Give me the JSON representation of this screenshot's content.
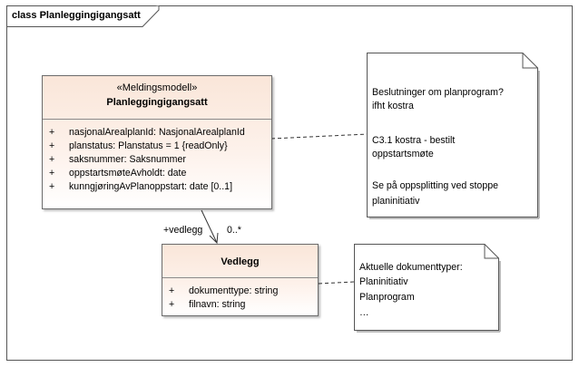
{
  "frame": {
    "title": "class Planleggingigangsatt"
  },
  "classes": [
    {
      "stereotype": "«Meldingsmodell»",
      "name": "Planleggingigangsatt",
      "attributes": [
        {
          "vis": "+",
          "text": "nasjonalArealplanId: NasjonalArealplanId"
        },
        {
          "vis": "+",
          "text": "planstatus: Planstatus = 1 {readOnly}"
        },
        {
          "vis": "+",
          "text": "saksnummer: Saksnummer"
        },
        {
          "vis": "+",
          "text": "oppstartsmøteAvholdt: date"
        },
        {
          "vis": "+",
          "text": "kunngjøringAvPlanoppstart: date [0..1]"
        }
      ]
    },
    {
      "name": "Vedlegg",
      "attributes": [
        {
          "vis": "+",
          "text": "dokumenttype: string"
        },
        {
          "vis": "+",
          "text": "filnavn: string"
        }
      ]
    }
  ],
  "notes": [
    {
      "lines": [
        "Beslutninger om planprogram?",
        "ifht kostra",
        "",
        "C3.1 kostra - bestilt",
        "oppstartsmøte",
        "",
        "Se på oppsplitting ved stoppe",
        "planinitiativ"
      ]
    },
    {
      "lines": [
        "Aktuelle dokumenttyper:",
        "Planinitiativ",
        "Planprogram",
        "…"
      ]
    }
  ],
  "association": {
    "role": "+vedlegg",
    "multiplicity": "0..*"
  }
}
